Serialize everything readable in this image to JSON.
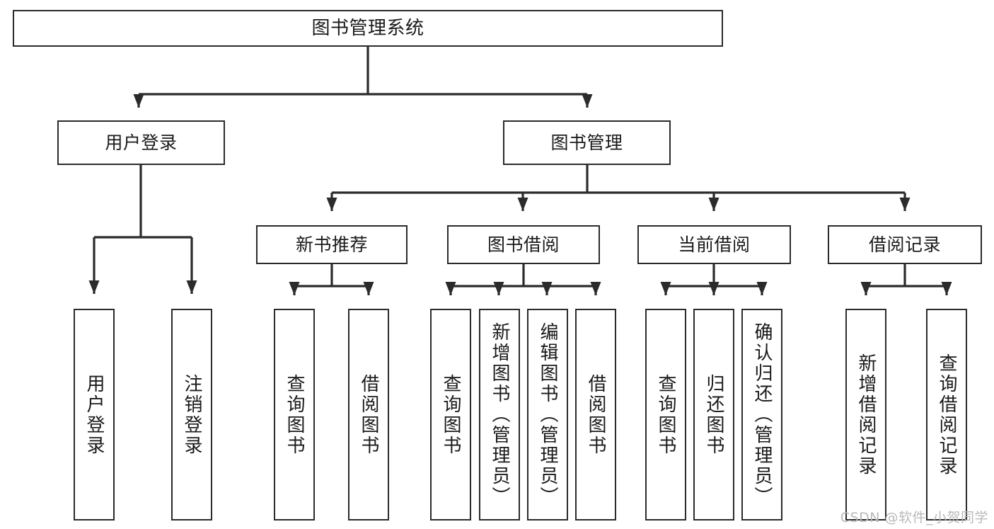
{
  "diagram": {
    "title": "图书管理系统",
    "type": "tree-hierarchy",
    "watermark": "CSDN @软件_小贺同学",
    "stroke_color": "#2b2b2b",
    "fill_color": "#ffffff",
    "text_color": "#1a1a1a"
  },
  "nodes": {
    "root": {
      "label": "图书管理系统"
    },
    "level2": [
      {
        "label": "用户登录"
      },
      {
        "label": "图书管理"
      }
    ],
    "level3": [
      {
        "label": "新书推荐"
      },
      {
        "label": "图书借阅"
      },
      {
        "label": "当前借阅"
      },
      {
        "label": "借阅记录"
      }
    ],
    "leaves": {
      "user_login": [
        {
          "label": "用户登录"
        },
        {
          "label": "注销登录"
        }
      ],
      "new_book": [
        {
          "label": "查询图书"
        },
        {
          "label": "借阅图书"
        }
      ],
      "book_borrow": [
        {
          "label": "查询图书"
        },
        {
          "label": "新增图书（管理员）"
        },
        {
          "label": "编辑图书（管理员）"
        },
        {
          "label": "借阅图书"
        }
      ],
      "current_borrow": [
        {
          "label": "查询图书"
        },
        {
          "label": "归还图书"
        },
        {
          "label": "确认归还（管理员）"
        }
      ],
      "borrow_record": [
        {
          "label": "新增借阅记录"
        },
        {
          "label": "查询借阅记录"
        }
      ]
    }
  }
}
